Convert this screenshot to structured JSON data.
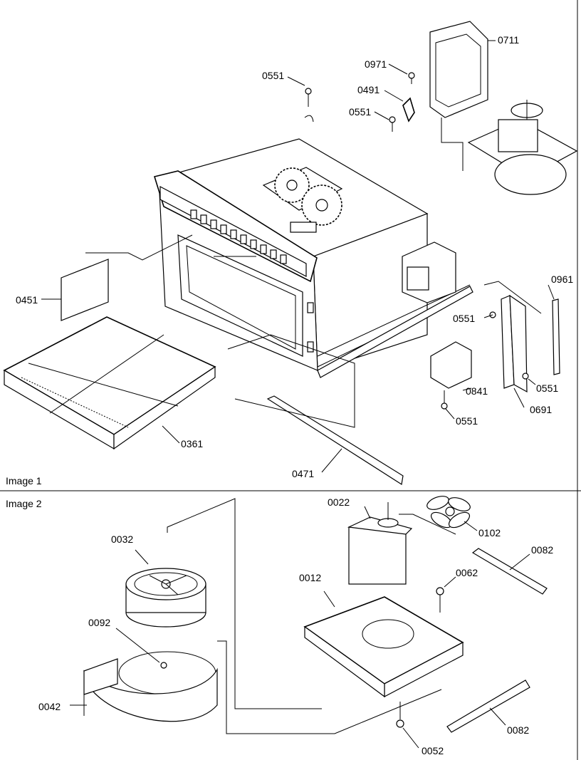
{
  "captions": {
    "image1": "Image 1",
    "image2": "Image 2"
  },
  "image1_labels": {
    "p0711": "0711",
    "p0971": "0971",
    "p0491": "0491",
    "p0551_top": "0551",
    "p0551_mid": "0551",
    "p0451": "0451",
    "p0361": "0361",
    "p0471": "0471",
    "p0961": "0961",
    "p0551_right": "0551",
    "p0841": "0841",
    "p0551_bottom": "0551",
    "p0551_bracket": "0551",
    "p0691": "0691"
  },
  "image2_labels": {
    "p0022": "0022",
    "p0102": "0102",
    "p0032": "0032",
    "p0082_top": "0082",
    "p0062": "0062",
    "p0012": "0012",
    "p0092": "0092",
    "p0042": "0042",
    "p0082_bottom": "0082",
    "p0052": "0052"
  },
  "colors": {
    "ink": "#000000",
    "paper": "#ffffff"
  }
}
